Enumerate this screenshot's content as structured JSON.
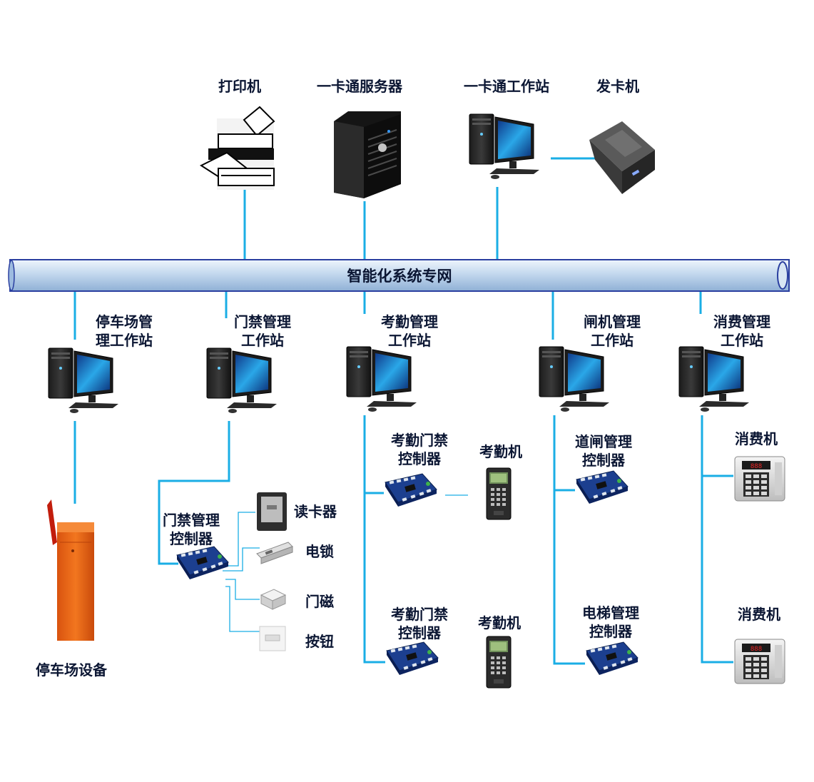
{
  "network": {
    "label": "智能化系统专网"
  },
  "colors": {
    "line": "#1aaee5",
    "pipe_fill": "#c9dcef",
    "pipe_edge": "#2a3fa0",
    "barrier": "#ef6a1c"
  },
  "top_devices": {
    "printer": "打印机",
    "server": "一卡通服务器",
    "workstation": "一卡通工作站",
    "card_issuer": "发卡机"
  },
  "workstations": {
    "parking": [
      "停车场管",
      "理工作站"
    ],
    "access": [
      "门禁管理",
      "工作站"
    ],
    "attendance": [
      "考勤管理",
      "工作站"
    ],
    "gate": [
      "闸机管理",
      "工作站"
    ],
    "consumption": [
      "消费管理",
      "工作站"
    ]
  },
  "parking_device": "停车场设备",
  "access": {
    "controller": [
      "门禁管理",
      "控制器"
    ],
    "reader": "读卡器",
    "lock": "电锁",
    "magnet": "门磁",
    "button": "按钮"
  },
  "attendance": {
    "controller_1": [
      "考勤门禁",
      "控制器"
    ],
    "machine_1": "考勤机",
    "controller_2": [
      "考勤门禁",
      "控制器"
    ],
    "machine_2": "考勤机"
  },
  "gate": {
    "road_gate_controller": [
      "道闸管理",
      "控制器"
    ],
    "elevator_controller": [
      "电梯管理",
      "控制器"
    ]
  },
  "consumption": {
    "pos_1": "消费机",
    "pos_2": "消费机"
  }
}
